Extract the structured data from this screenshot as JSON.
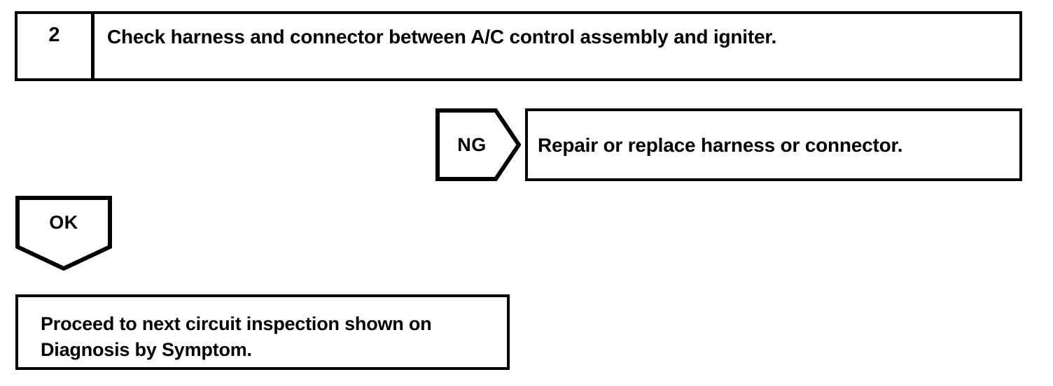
{
  "flowchart": {
    "step": {
      "number": "2",
      "instruction": "Check harness and connector between A/C control assembly and igniter."
    },
    "branch_ng": {
      "label": "NG",
      "result": "Repair or replace harness or connector."
    },
    "branch_ok": {
      "label": "OK",
      "result_line_1": "Proceed to next circuit inspection shown on",
      "result_line_2": "Diagnosis by Symptom."
    },
    "colors": {
      "ink": "#000000",
      "paper": "#ffffff"
    }
  }
}
